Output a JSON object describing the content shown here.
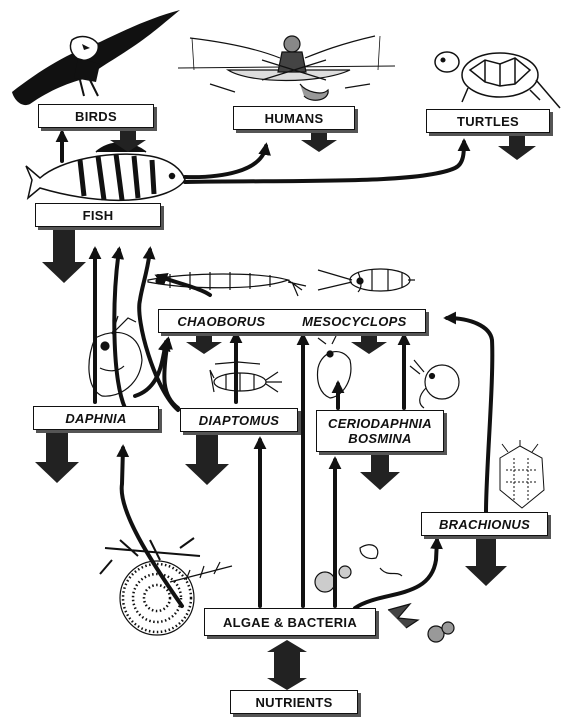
{
  "diagram": {
    "nodes": {
      "birds": "BIRDS",
      "humans": "HUMANS",
      "turtles": "TURTLES",
      "fish": "FISH",
      "chaoborus": "CHAOBORUS",
      "mesocyclops": "MESOCYCLOPS",
      "daphnia": "DAPHNIA",
      "diaptomus": "DIAPTOMUS",
      "ceriodaphnia": "CERIODAPHNIA",
      "bosmina": "BOSMINA",
      "brachionus": "BRACHIONUS",
      "algae_bacteria": "ALGAE & BACTERIA",
      "nutrients": "NUTRIENTS"
    },
    "colors": {
      "ink": "#111111",
      "shadow": "#555555",
      "background": "#ffffff"
    },
    "icons": [
      "eagle-icon",
      "fisherman-icon",
      "turtle-icon",
      "perch-fish-icon",
      "chaoborus-larva-icon",
      "mesocyclops-icon",
      "daphnia-icon",
      "diaptomus-icon",
      "ceriodaphnia-icon",
      "bosmina-icon",
      "brachionus-icon",
      "algae-colony-icon",
      "bacteria-cluster-icon"
    ]
  }
}
